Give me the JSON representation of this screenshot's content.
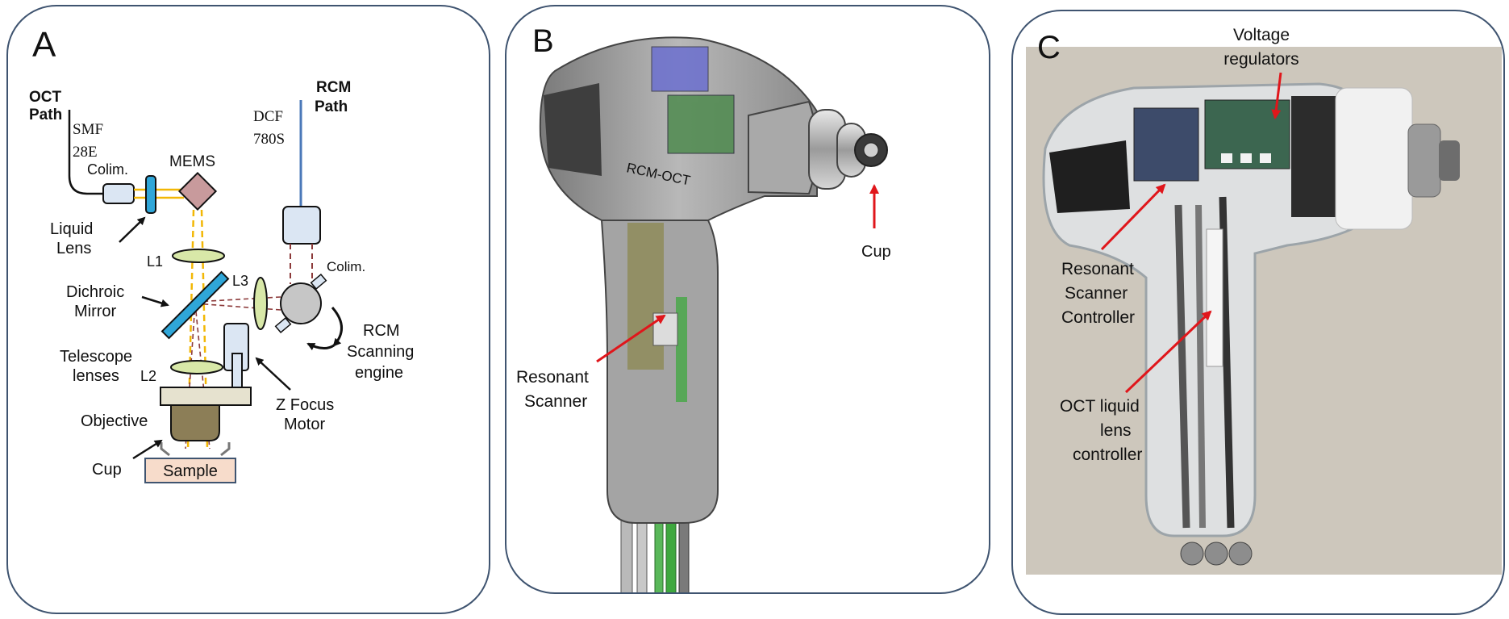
{
  "panel_a": {
    "letter": "A",
    "oct_path": [
      "OCT",
      "Path"
    ],
    "smf": [
      "SMF",
      "28E"
    ],
    "rcm_path": [
      "RCM",
      "Path"
    ],
    "dcf": [
      "DCF",
      "780S"
    ],
    "colim_left": "Colim.",
    "mems": "MEMS",
    "colim_right": "Colim.",
    "liquid_lens": [
      "Liquid",
      "Lens"
    ],
    "l1": "L1",
    "l3": "L3",
    "l2": "L2",
    "dichroic": [
      "Dichroic",
      "Mirror"
    ],
    "rcm_engine": [
      "RCM",
      "Scanning",
      "engine"
    ],
    "telescope": [
      "Telescope",
      "lenses"
    ],
    "z_focus": [
      "Z Focus",
      "Motor"
    ],
    "objective": "Objective",
    "cup": "Cup",
    "sample": "Sample"
  },
  "panel_b": {
    "letter": "B",
    "cup": "Cup",
    "resonant": [
      "Resonant",
      "Scanner"
    ],
    "engraving": "RCM-OCT"
  },
  "panel_c": {
    "letter": "C",
    "voltage": [
      "Voltage",
      "regulators"
    ],
    "resonant_ctrl": [
      "Resonant",
      "Scanner",
      "Controller"
    ],
    "oct_lens_ctrl": [
      "OCT liquid",
      "lens",
      "controller"
    ]
  },
  "colors": {
    "panel_border": "#3f5470",
    "arrow_red": "#e0161b",
    "fiber_blue": "#4a78b8",
    "beam_yellow": "#f2b705",
    "beam_red": "#8c3a3a",
    "lens_green": "#d8e8a8",
    "mirror_blue": "#2fa6d8",
    "colim_fill": "#dbe6f3",
    "mems_fill": "#c89a9c",
    "sample_fill": "#f7dccb"
  }
}
